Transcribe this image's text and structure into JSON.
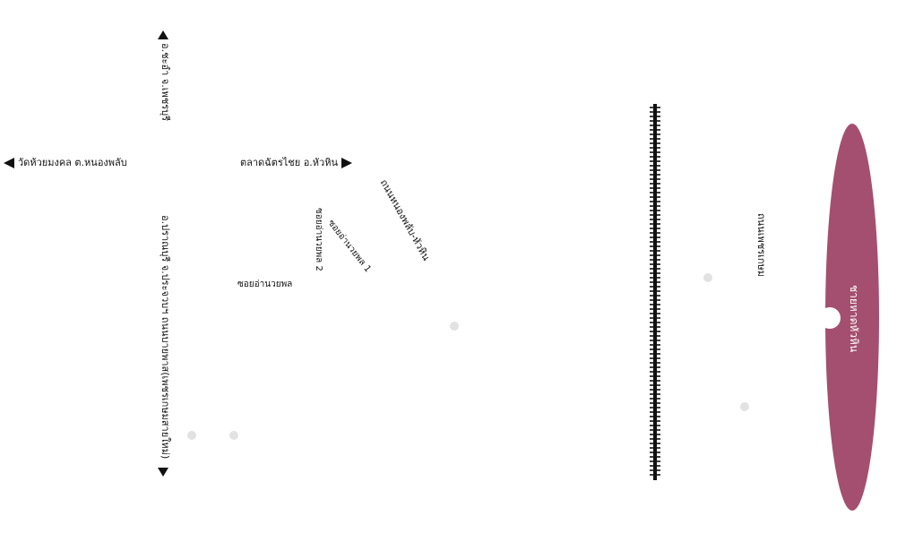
{
  "colors": {
    "beach": "#a44f6f",
    "dot": "#e2e2e2",
    "ink": "#111111"
  },
  "labels": {
    "cha_am": "อ.ชะอำ จ.เพชรบุรี",
    "wat_huai": "วัดห้วยมงคล ต.หนองพลับ",
    "chatchai_market": "ตลาดฉัตรไชย อ.หัวหิน",
    "pran_buri": "อ.ปราณบุรี จ.ประจวบฯ ถนนบายพาส(เพชรเกษมสายใหม่)",
    "soi_2": "ซอยอ่านวยพล 2",
    "soi_1": "ซอยอ่านวยพล 1",
    "soi_main": "ซอยอ่านวยพล",
    "road_nongphlap": "ถนนหนองพลับ-หัวหิน",
    "road_phetkasem": "ถนนเพชรเกษม",
    "beach": "ชายหาดหัวหิน"
  },
  "icons": {
    "arrow_up": "triangle-up-icon",
    "arrow_left": "triangle-left-icon",
    "arrow_right": "triangle-right-icon",
    "arrow_down": "triangle-down-icon",
    "railway": "railway-track-icon"
  }
}
